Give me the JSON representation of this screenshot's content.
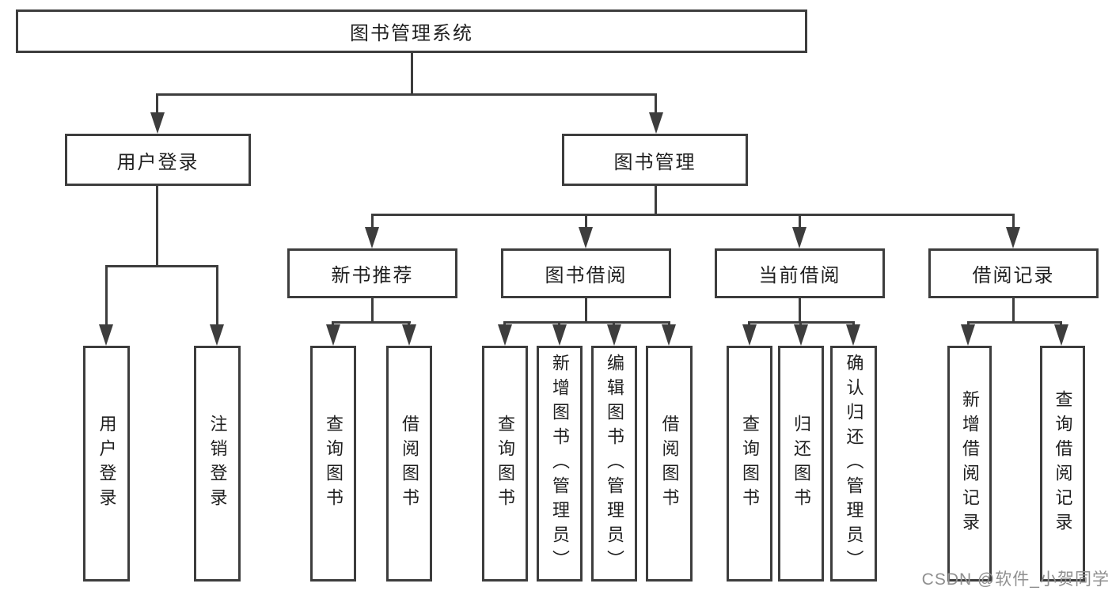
{
  "diagram": {
    "type": "hierarchy-tree",
    "root": {
      "label": "图书管理系统"
    },
    "level2": [
      {
        "id": "user_login",
        "label": "用户登录"
      },
      {
        "id": "book_mgmt",
        "label": "图书管理"
      }
    ],
    "level3": [
      {
        "id": "new_book",
        "label": "新书推荐",
        "parent": "book_mgmt"
      },
      {
        "id": "book_borrow",
        "label": "图书借阅",
        "parent": "book_mgmt"
      },
      {
        "id": "current_borrow",
        "label": "当前借阅",
        "parent": "book_mgmt"
      },
      {
        "id": "borrow_record",
        "label": "借阅记录",
        "parent": "book_mgmt"
      }
    ],
    "leaves": {
      "user_login": [
        "用户登录",
        "注销登录"
      ],
      "new_book": [
        "查询图书",
        "借阅图书"
      ],
      "book_borrow": [
        "查询图书",
        "新增图书（管理员）",
        "编辑图书（管理员）",
        "借阅图书"
      ],
      "current_borrow": [
        "查询图书",
        "归还图书",
        "确认归还（管理员）"
      ],
      "borrow_record": [
        "新增借阅记录",
        "查询借阅记录"
      ]
    },
    "colors": {
      "line": "#3d3d3d",
      "border": "#3d3d3d",
      "text": "#1f1f1f",
      "background": "#ffffff",
      "watermark": "#8f8f8f"
    }
  },
  "watermark": {
    "text": "CSDN @软件_小贺同学"
  }
}
